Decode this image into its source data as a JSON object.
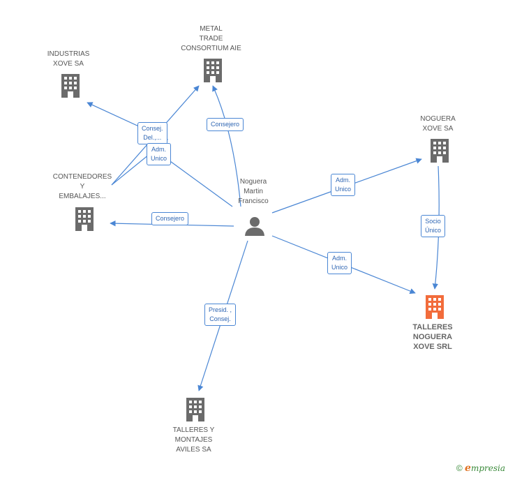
{
  "nodes": {
    "industrias": {
      "label": "INDUSTRIAS\nXOVE SA"
    },
    "metal": {
      "label": "METAL\nTRADE\nCONSORTIUM AIE"
    },
    "contenedores": {
      "label": "CONTENEDORES\nY\nEMBALAJES..."
    },
    "noguera_xove": {
      "label": "NOGUERA\nXOVE SA"
    },
    "talleres_noguera": {
      "label": "TALLERES\nNOGUERA\nXOVE SRL"
    },
    "talleres_aviles": {
      "label": "TALLERES Y\nMONTAJES\nAVILES SA"
    },
    "person": {
      "label": "Noguera\nMartin\nFrancisco"
    }
  },
  "edges": {
    "consej_del": "Consej.\nDel.,...",
    "adm_unico_1": "Adm.\nUnico",
    "consejero_metal": "Consejero",
    "consejero_cont": "Consejero",
    "adm_unico_noguera": "Adm.\nUnico",
    "socio_unico": "Socio\nÚnico",
    "adm_unico_talleres": "Adm.\nUnico",
    "presid_consej": "Presid. ,\nConsej."
  },
  "colors": {
    "edge": "#4a86d4",
    "building": "#6b6b6b",
    "building_focus": "#f26c3b",
    "person": "#6b6b6b"
  },
  "icons": {
    "company": "building-icon",
    "person": "person-icon"
  },
  "footer": {
    "copyright": "©",
    "brand_e": "e",
    "brand_rest": "mpresia"
  }
}
